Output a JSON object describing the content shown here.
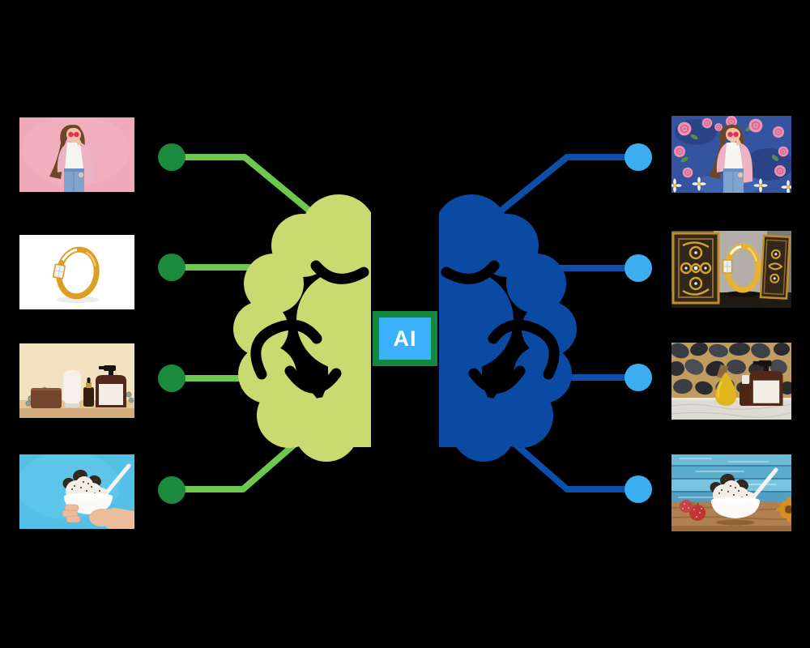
{
  "diagram": {
    "ai_chip": {
      "label": "AI",
      "fill_color": "#3bb1fc",
      "border_color": "#12873d",
      "text_color": "#ffffff"
    },
    "brain": {
      "left_hemisphere_color": "#c9db70",
      "right_hemisphere_color": "#0b4aa3"
    },
    "connectors": {
      "left_line_color": "#6ec850",
      "left_dot_color": "#1b8a3c",
      "right_line_color": "#0d4fa8",
      "right_dot_color": "#3dadf2"
    },
    "background_color": "#000000",
    "inputs": [
      {
        "subject": "woman in pink jacket and heart sunglasses on plain pink background"
      },
      {
        "subject": "gold diamond ring on plain white background"
      },
      {
        "subject": "skincare bottles, tube and soap bar on plain beige background"
      },
      {
        "subject": "hand holding white bowl of cookies-and-cream ice cream on plain blue background"
      }
    ],
    "outputs": [
      {
        "subject": "woman in pink jacket against painted pink-rose floral background"
      },
      {
        "subject": "gold diamond ring framed by ornate golden filigree panels"
      },
      {
        "subject": "skincare bottles and yellow vase on marble counter with dark stone mosaic wall"
      },
      {
        "subject": "bowl of cookies-and-cream ice cream on rustic wooden table with berries and sunflower"
      }
    ]
  }
}
